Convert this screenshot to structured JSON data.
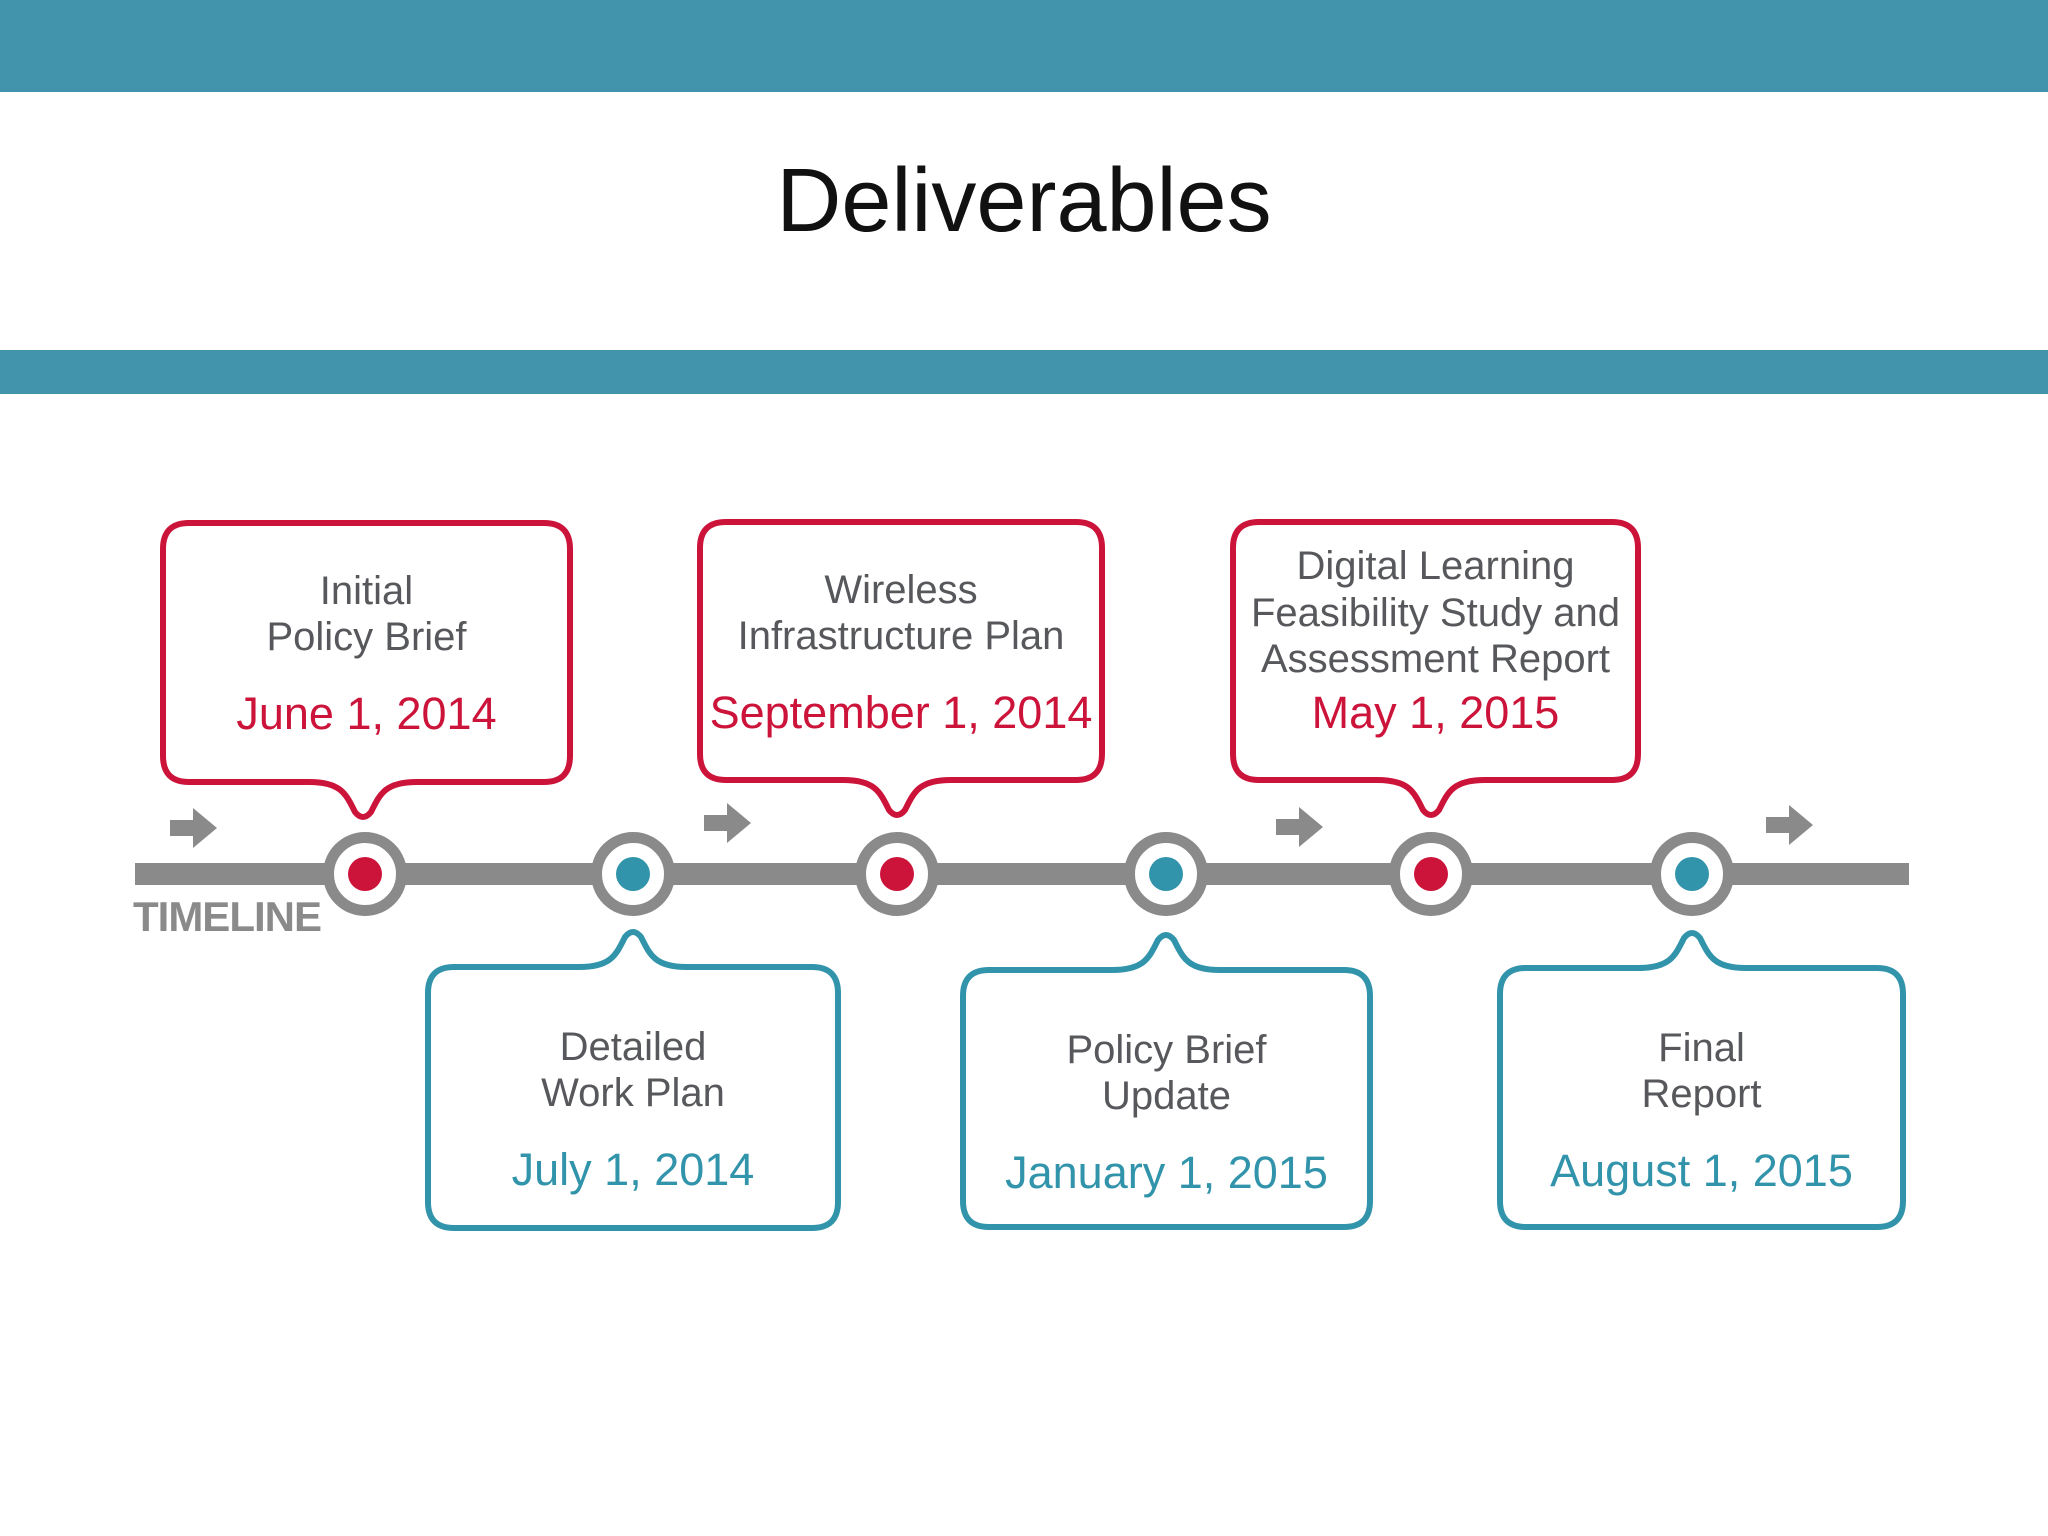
{
  "slide": {
    "title": "Deliverables"
  },
  "timeline": {
    "label": "TIMELINE",
    "colors": {
      "bar": "#4294ad",
      "red": "#cc143a",
      "teal": "#3294ab",
      "gray": "#8a8a8a",
      "text": "#57585b",
      "title": "#111111"
    },
    "events": [
      {
        "title": "Initial\nPolicy Brief",
        "date": "June 1, 2014",
        "side": "top",
        "accent": "red"
      },
      {
        "title": "Detailed\nWork Plan",
        "date": "July 1, 2014",
        "side": "bottom",
        "accent": "teal"
      },
      {
        "title": "Wireless\nInfrastructure Plan",
        "date": "September 1, 2014",
        "side": "top",
        "accent": "red"
      },
      {
        "title": "Policy Brief\nUpdate",
        "date": "January 1, 2015",
        "side": "bottom",
        "accent": "teal"
      },
      {
        "title": "Digital Learning\nFeasibility Study and\nAssessment Report",
        "date": "May 1, 2015",
        "side": "top",
        "accent": "red"
      },
      {
        "title": "Final\nReport",
        "date": "August 1, 2015",
        "side": "bottom",
        "accent": "teal"
      }
    ]
  }
}
